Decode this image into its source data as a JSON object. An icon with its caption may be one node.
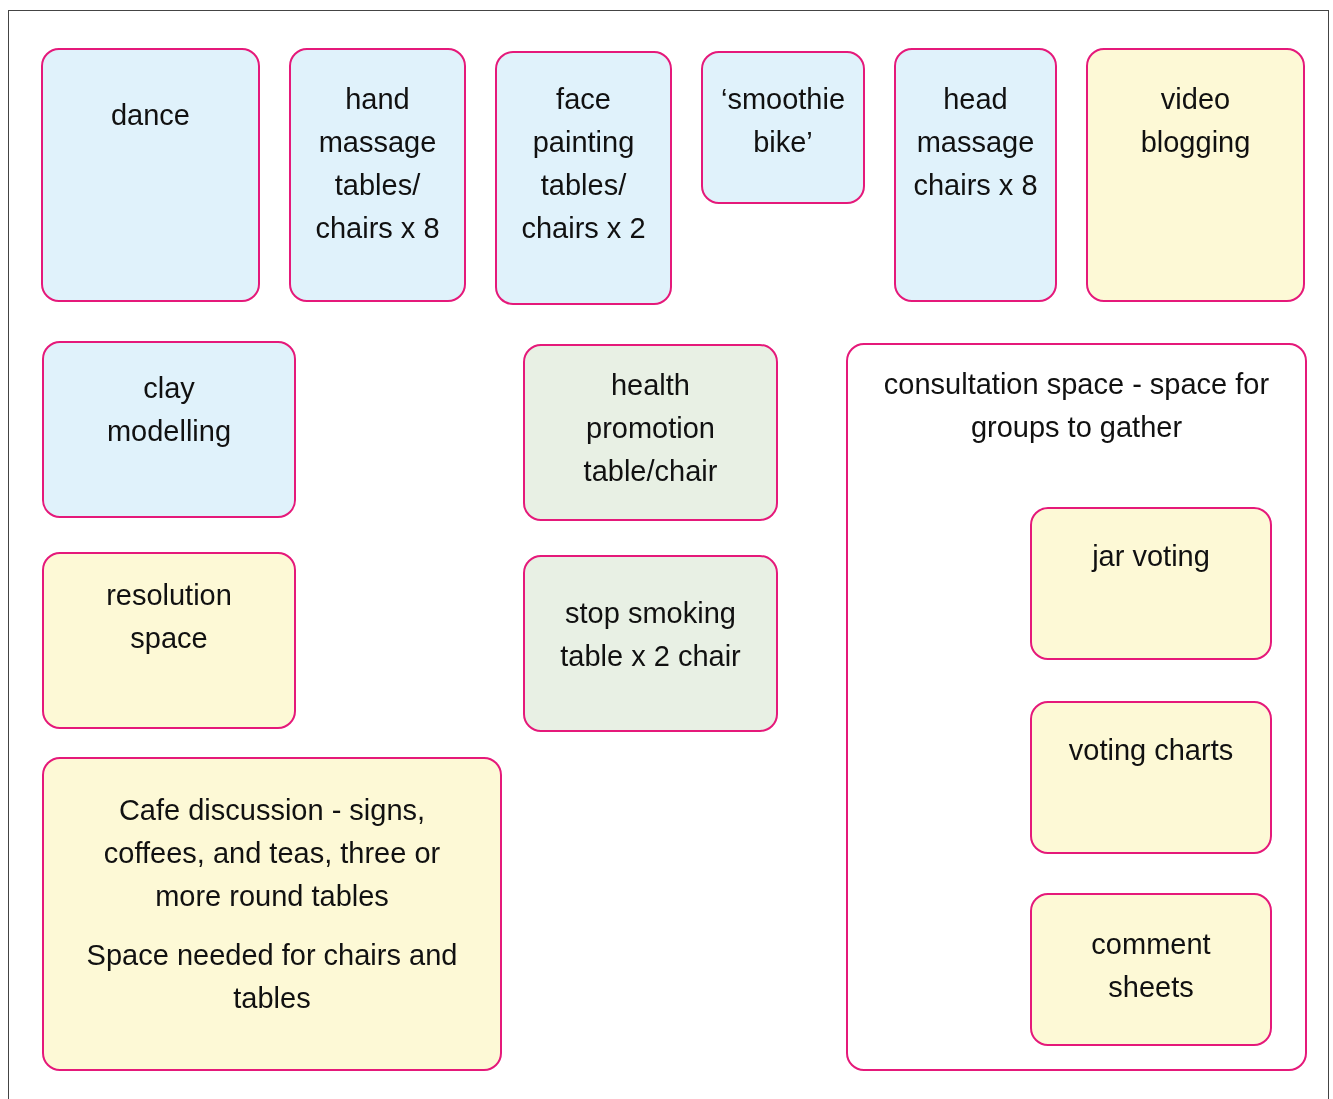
{
  "diagram": {
    "nodes": [
      {
        "text": [
          "dance"
        ]
      },
      {
        "text": [
          "hand massage tables/ chairs x 8"
        ]
      },
      {
        "text": [
          "face painting tables/ chairs x 2"
        ]
      },
      {
        "text": [
          "‘smoothie bike’"
        ]
      },
      {
        "text": [
          "head massage chairs x 8"
        ]
      },
      {
        "text": [
          "video blogging"
        ]
      },
      {
        "text": [
          "clay modelling"
        ]
      },
      {
        "text": [
          "health promotion table/chair"
        ]
      },
      {
        "text": [
          "consultation space - space for groups to gather"
        ]
      },
      {
        "text": [
          "jar voting"
        ],
        "in": 8
      },
      {
        "text": [
          "voting charts"
        ],
        "in": 8
      },
      {
        "text": [
          "comment sheets"
        ],
        "in": 8
      },
      {
        "text": [
          "resolution space"
        ]
      },
      {
        "text": [
          "stop smoking table x 2 chair"
        ]
      },
      {
        "text": [
          "Cafe discussion - signs, coffees, and teas, three or more round tables",
          "Space needed for chairs and tables"
        ]
      }
    ]
  }
}
